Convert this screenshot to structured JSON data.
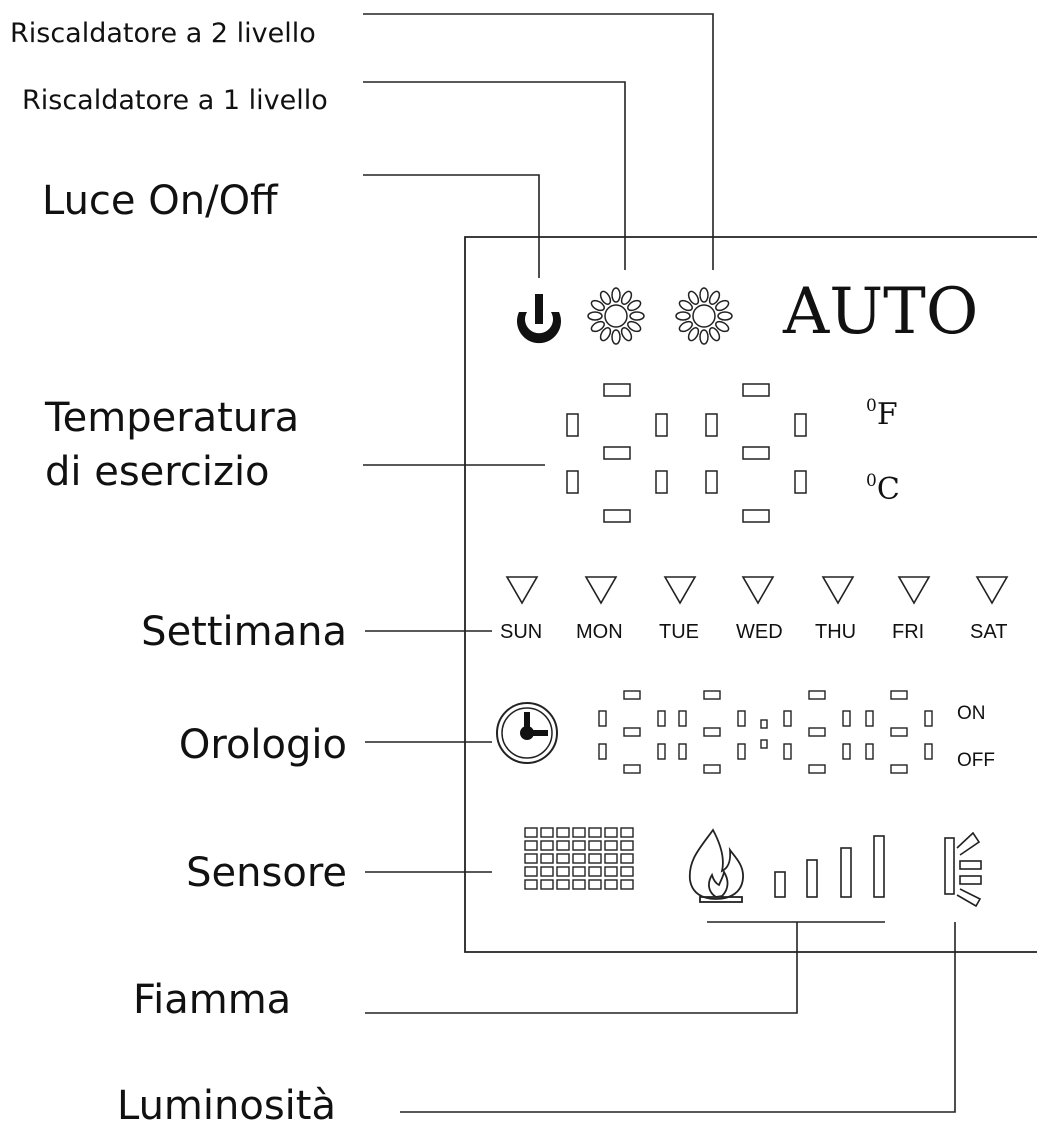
{
  "callouts": {
    "heater_level_2": "Riscaldatore a 2 livello",
    "heater_level_1": "Riscaldatore a 1 livello",
    "light_on_off": "Luce On/Off",
    "operating_temperature": "Temperatura\ndi esercizio",
    "week": "Settimana",
    "clock": "Orologio",
    "sensor": "Sensore",
    "flame": "Fiamma",
    "brightness": "Luminosità"
  },
  "display": {
    "mode": "AUTO",
    "unit_f": "F",
    "unit_c": "C",
    "unit_prefix": "0",
    "days": [
      "SUN",
      "MON",
      "TUE",
      "WED",
      "THU",
      "FRI",
      "SAT"
    ],
    "on_label": "ON",
    "off_label": "OFF"
  }
}
